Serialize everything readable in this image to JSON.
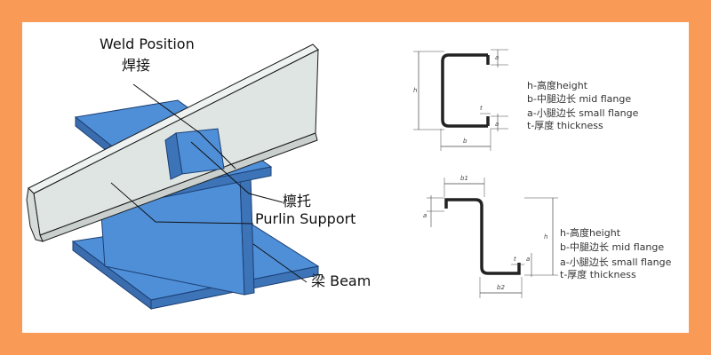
{
  "labels": {
    "weld_en": "Weld Position",
    "weld_cn": "焊接",
    "purlin_cn": "檩托",
    "purlin_en": "Purlin Support",
    "beam": "梁 Beam"
  },
  "c_section": {
    "dims": {
      "h": "h",
      "a": "a",
      "b": "b",
      "t": "t"
    },
    "legend": [
      "h-高度height",
      "b-中腿边长 mid flange",
      "a-小腿边长 small flange",
      "t-厚度 thickness"
    ]
  },
  "z_section": {
    "dims": {
      "b1": "b1",
      "b2": "b2",
      "h": "h",
      "a": "a",
      "t": "t"
    },
    "legend": [
      "h-高度height",
      "b-中腿边长 mid flange",
      "a-小腿边长 small flange",
      "t-厚度 thickness"
    ]
  },
  "colors": {
    "frame": "#f99a57",
    "beam_blue": "#4f8fd8",
    "beam_dark": "#3d74b8",
    "purlin_grey": "#dfe5e3"
  }
}
